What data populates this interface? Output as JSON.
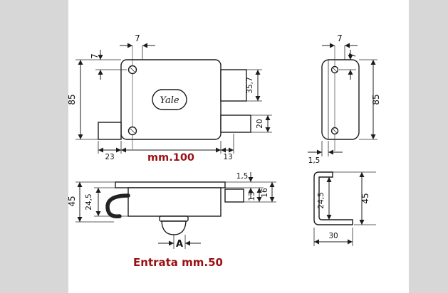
{
  "page": {
    "background": "#ffffff",
    "margin_color": "#d7d7d7"
  },
  "drawing": {
    "brand_logo": "Yale",
    "accent_color": "#9b1013",
    "front_view": {
      "top_screw_offset": "7",
      "side_screw_offset": "7",
      "height": "85",
      "foot_width": "23",
      "total_width_label": "mm.100",
      "bolt_side_offset": "13",
      "cylinder_height": "35,7",
      "bolt_height": "20"
    },
    "side_view": {
      "top_screw_offset": "7",
      "side_screw_offset": "7",
      "height": "85",
      "faceplate_thickness": "1,5"
    },
    "top_view": {
      "total_depth": "45",
      "body_depth": "24,5",
      "faceplate_thickness": "1,5",
      "bolt_offset": "13",
      "bolt_depth": "16",
      "entry_dim_label": "A",
      "entry_note": "Entrata mm.50"
    },
    "profile_view": {
      "inner_depth": "24,5",
      "total_depth": "45",
      "width": "30"
    }
  }
}
